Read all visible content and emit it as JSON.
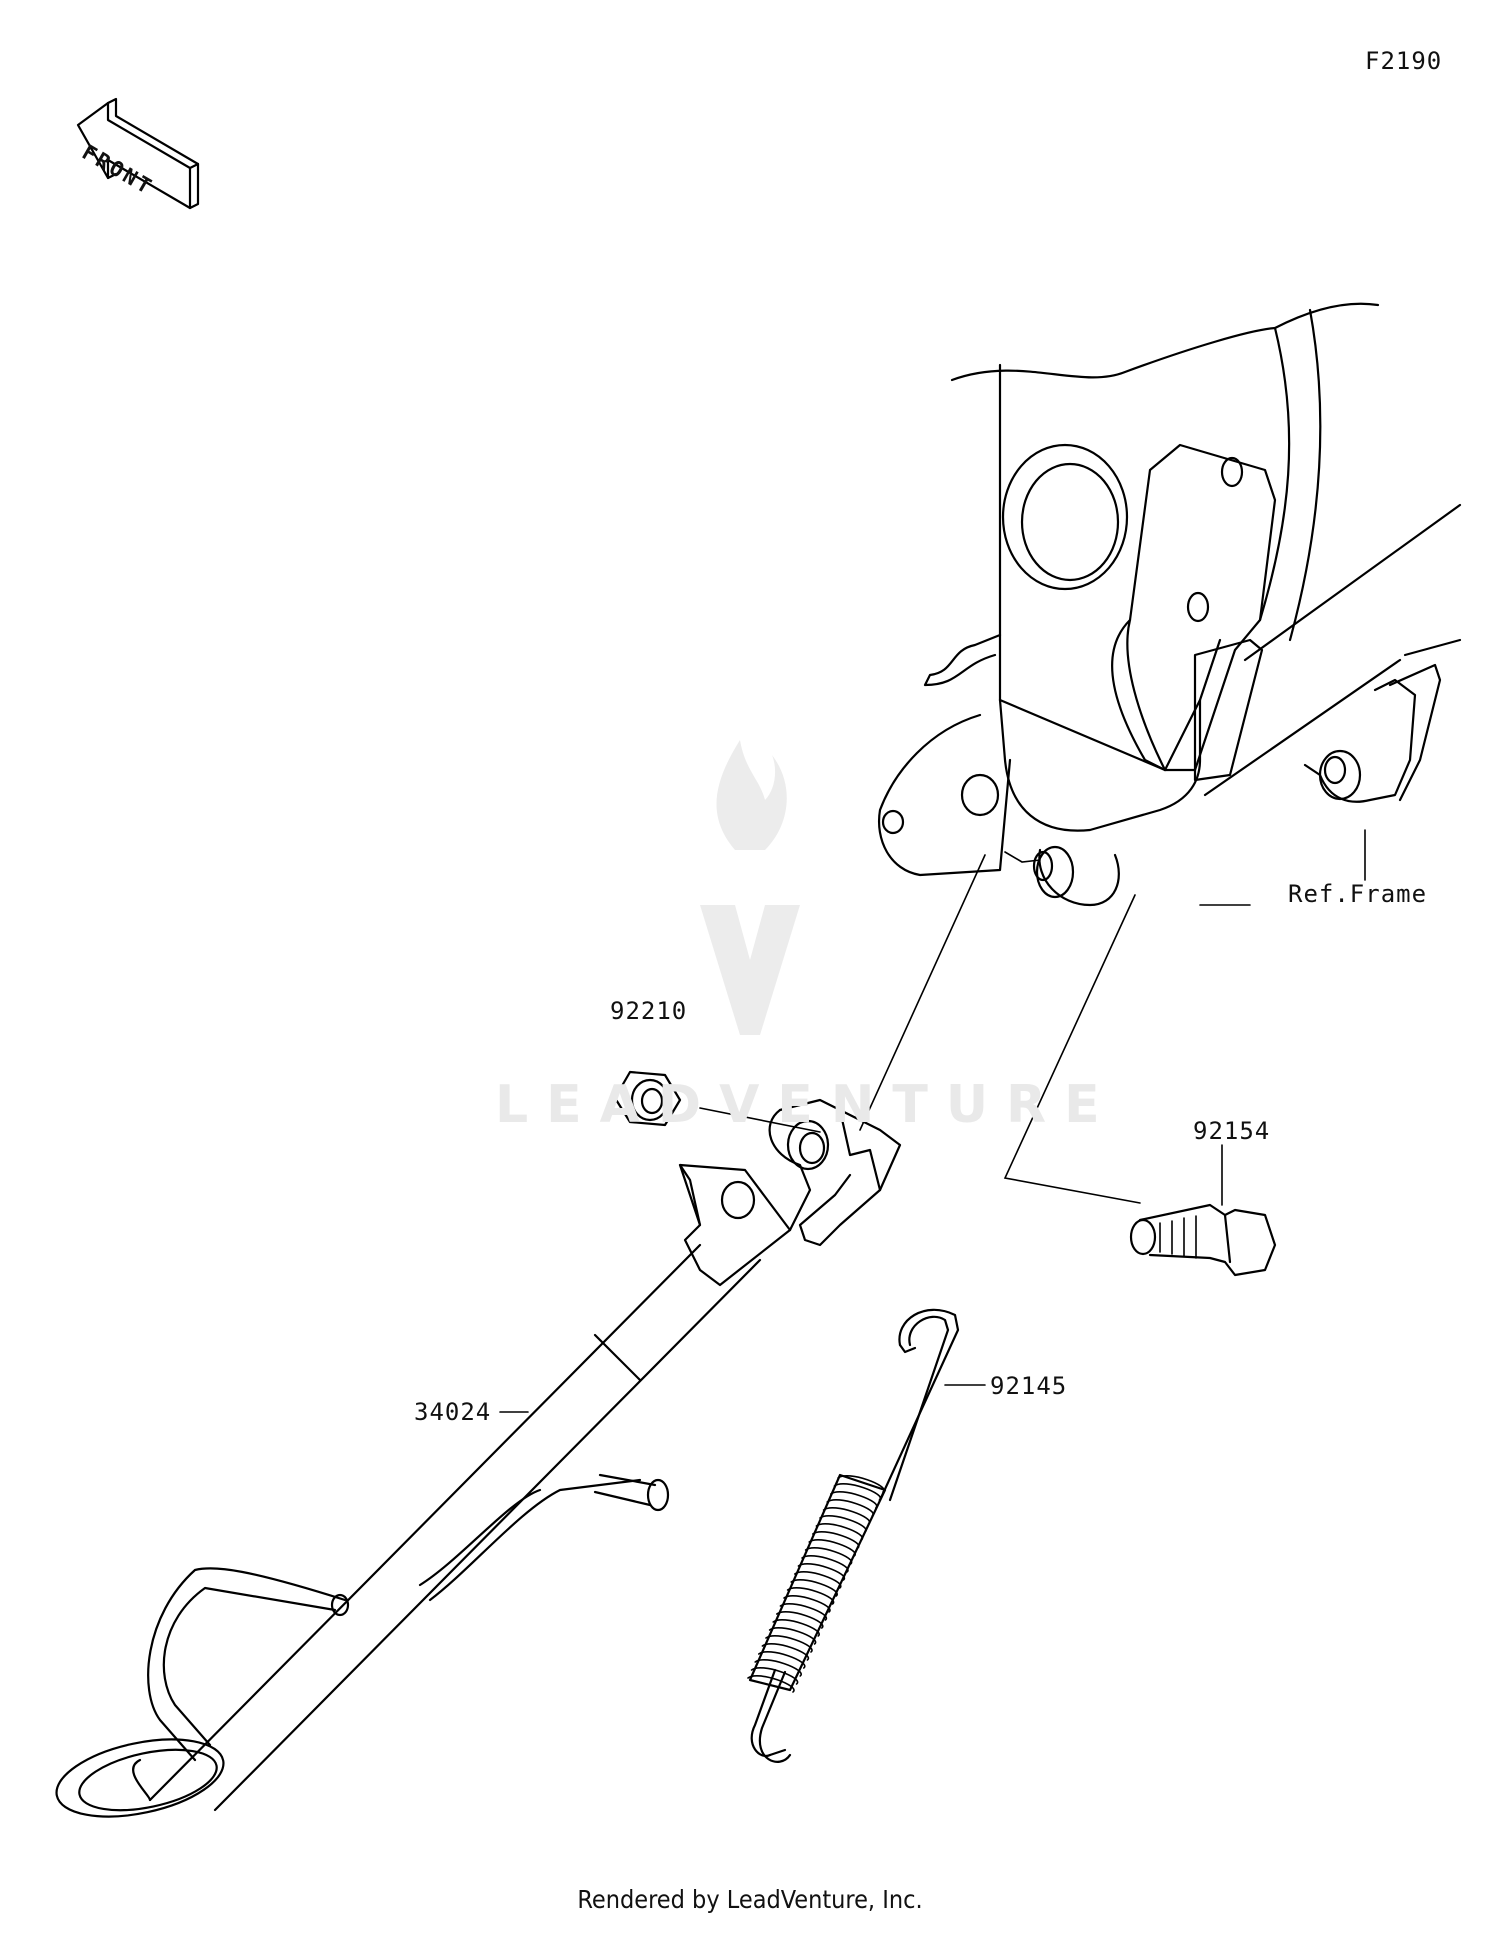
{
  "diagram_id": "F2190",
  "front_arrow_label": "FRONT",
  "watermark": "LEADVENTURE",
  "footer": "Rendered by LeadVenture, Inc.",
  "callouts": {
    "nut": "92210",
    "bolt": "92154",
    "spring": "92145",
    "stand": "34024",
    "frame": "Ref.Frame"
  }
}
